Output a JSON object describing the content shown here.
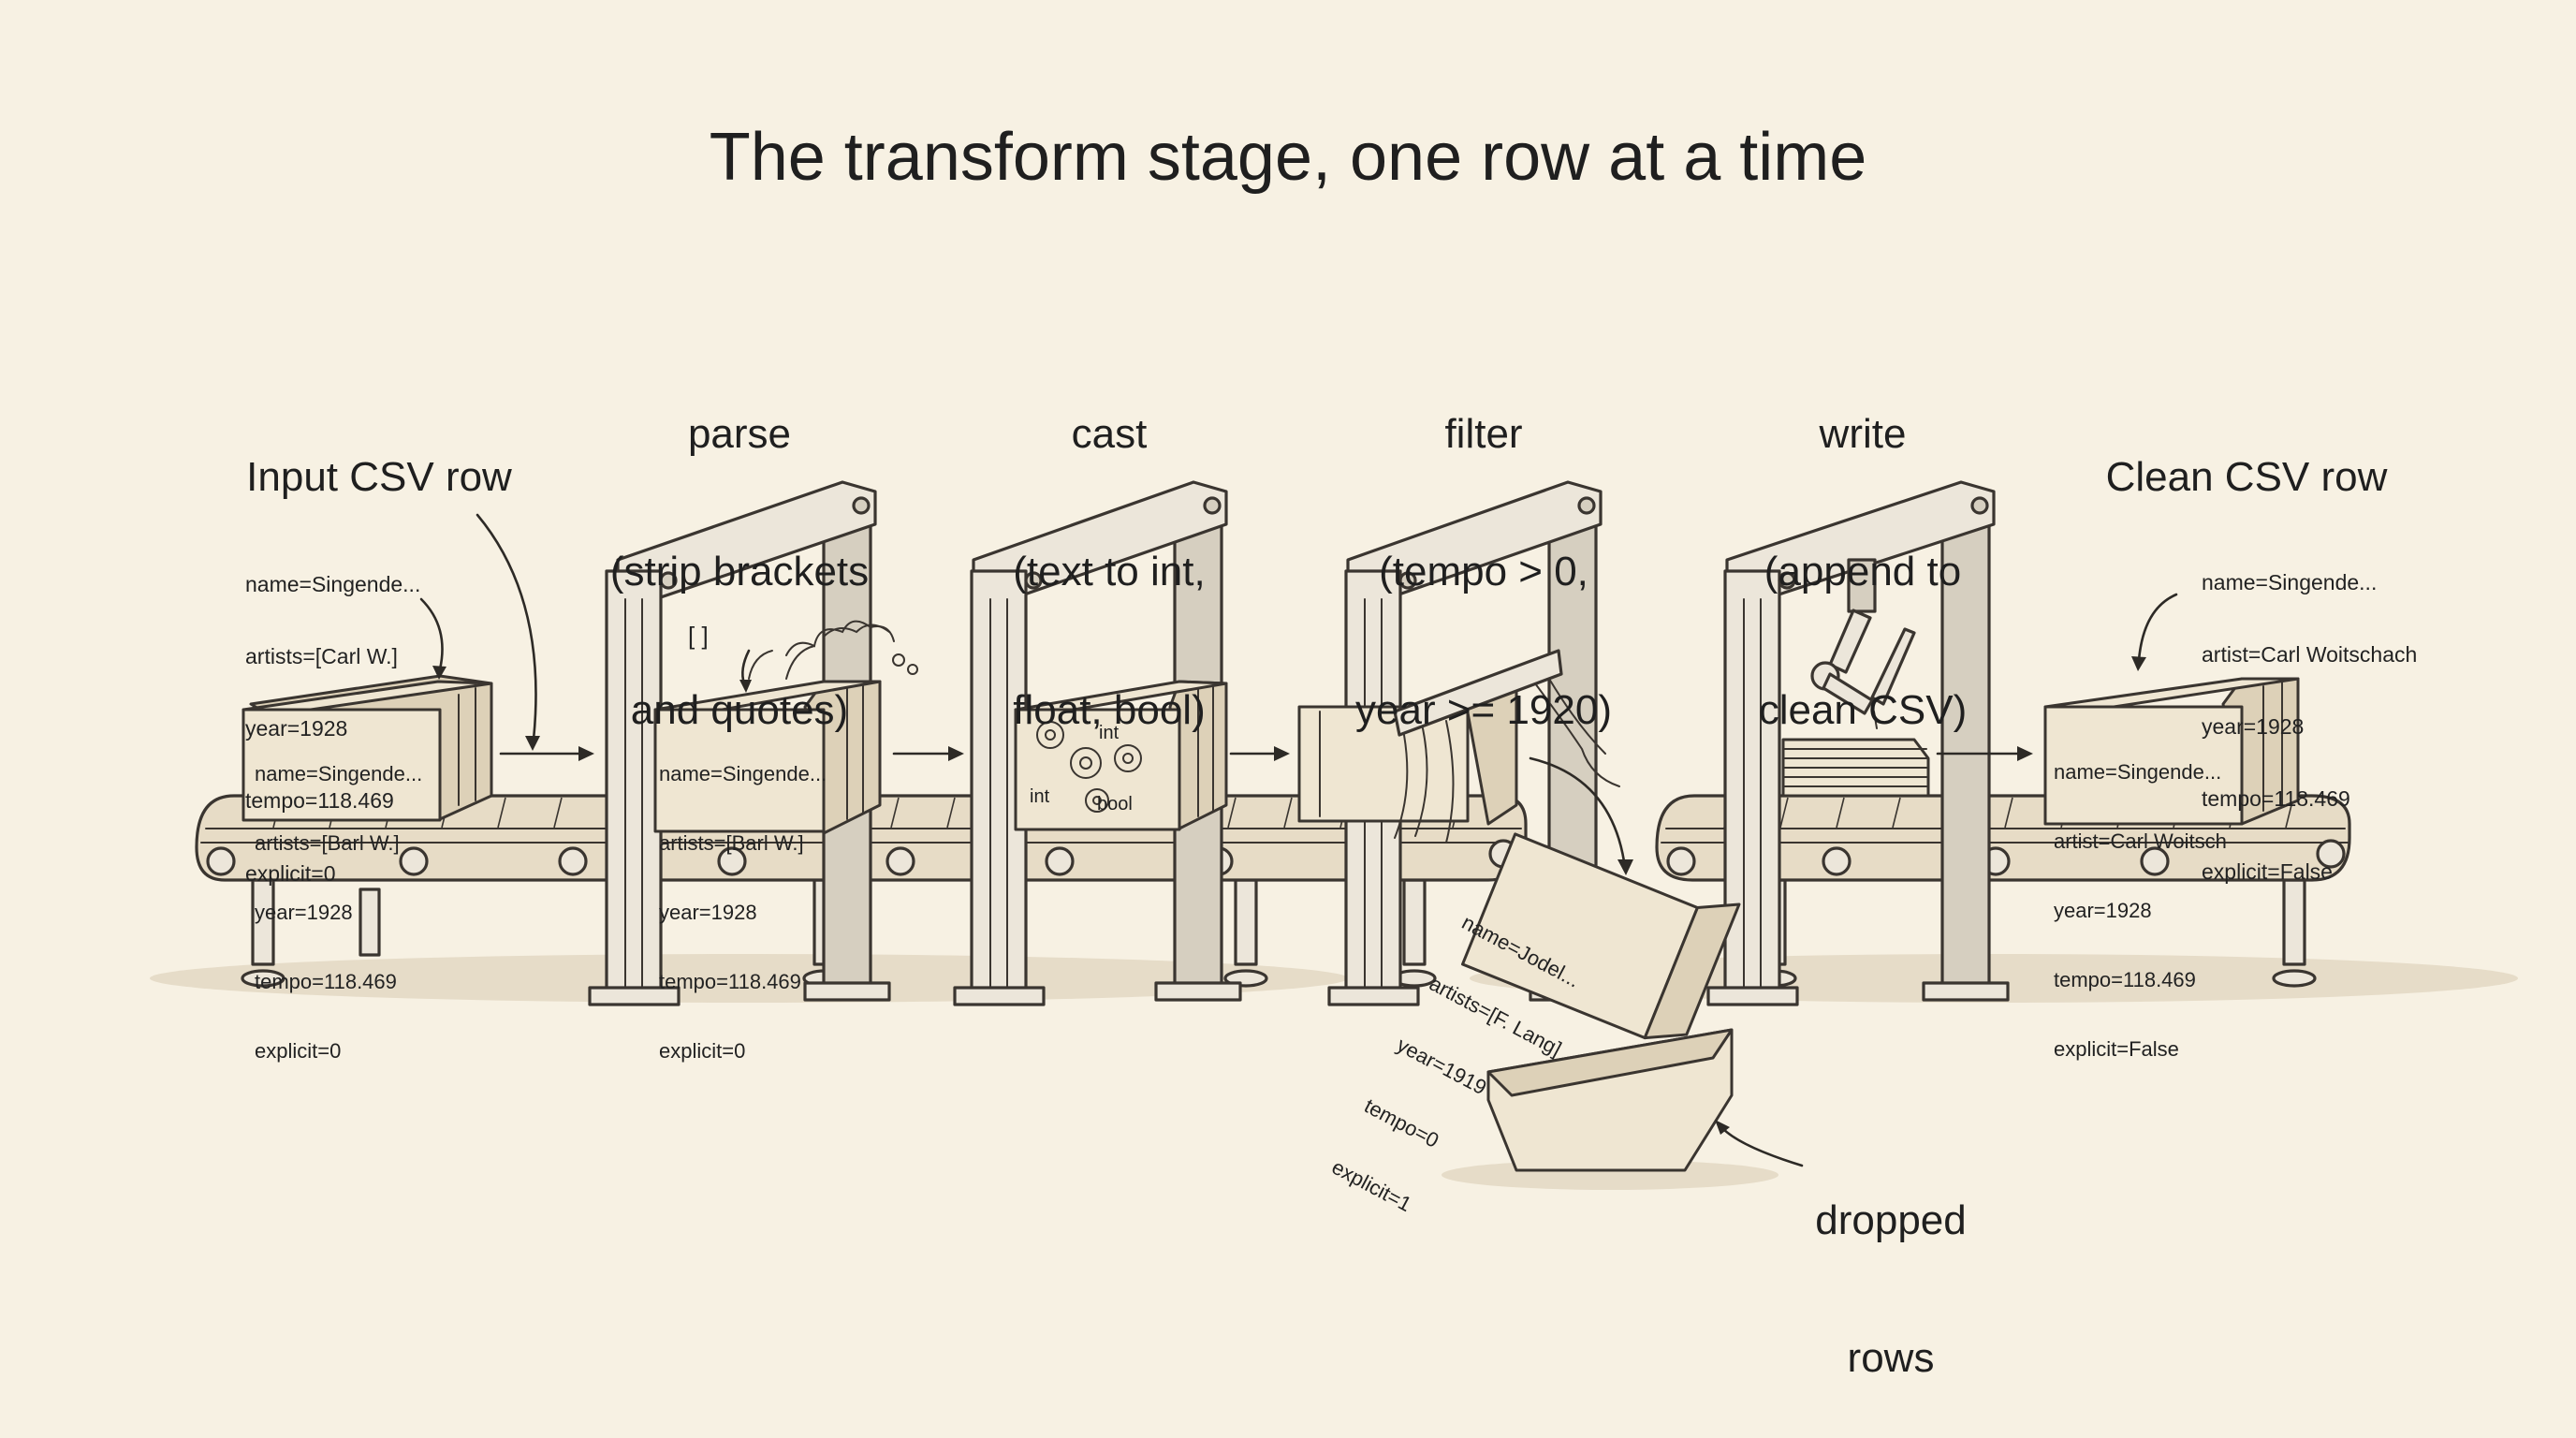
{
  "diagram": {
    "title": "The transform stage, one row at a time",
    "stages": [
      {
        "id": "parse",
        "lines": [
          "parse",
          "(strip brackets",
          "and quotes)"
        ]
      },
      {
        "id": "cast",
        "lines": [
          "cast",
          "(text to int,",
          "float, bool)"
        ]
      },
      {
        "id": "filter",
        "lines": [
          "filter",
          "(tempo > 0,",
          "year >= 1920)"
        ]
      },
      {
        "id": "write",
        "lines": [
          "write",
          "(append to",
          "clean CSV)"
        ]
      }
    ],
    "input": {
      "heading": "Input CSV row",
      "fields": [
        "name=Singende...",
        "artists=[Carl W.]",
        "year=1928",
        "tempo=118.469",
        "explicit=0"
      ],
      "crate_fields": [
        "name=Singende...",
        "artists=[Barl W.]",
        "year=1928",
        "tempo=118.469",
        "explicit=0"
      ]
    },
    "parse_crate": {
      "bracket_glyph": "[ ]",
      "fields": [
        "name=Singende...",
        "artists=[Barl W.]",
        "year=1928",
        "tempo=118.469",
        "explicit=0"
      ]
    },
    "cast_tokens": [
      "int",
      "int",
      "bool"
    ],
    "output": {
      "heading": "Clean CSV row",
      "fields": [
        "name=Singende...",
        "artist=Carl Woitschach",
        "year=1928",
        "tempo=118.469",
        "explicit=False"
      ],
      "crate_fields": [
        "name=Singende...",
        "artist=Carl Woitsch",
        "year=1928",
        "tempo=118.469",
        "explicit=False"
      ]
    },
    "dropped": {
      "fields": [
        "name=Jodel...",
        "artists=[F. Lang]",
        "year=1919",
        "tempo=0",
        "explicit=1"
      ],
      "label_lines": [
        "dropped",
        "rows"
      ]
    }
  }
}
